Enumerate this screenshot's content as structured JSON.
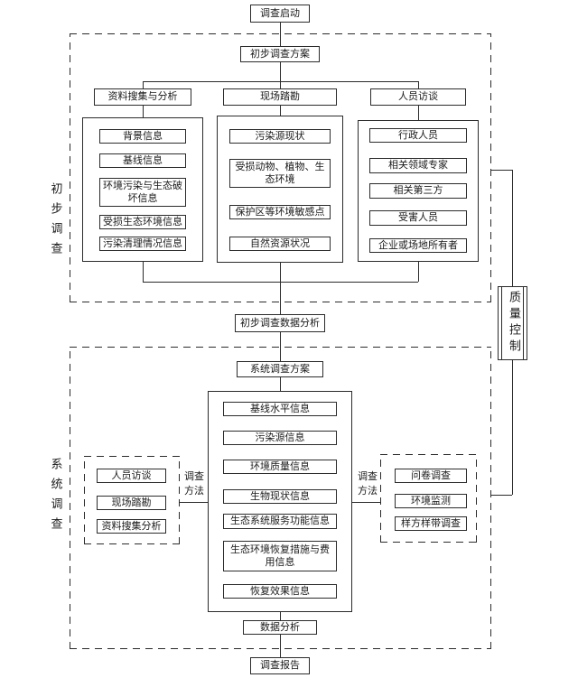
{
  "colors": {
    "line": "#2b2b2b",
    "background": "#ffffff",
    "box_fill": "#ffffff"
  },
  "nodes": {
    "start": "调查启动",
    "preliminary_plan": "初步调查方案",
    "preliminary_data_analysis": "初步调查数据分析",
    "system_plan": "系统调查方案",
    "data_analysis": "数据分析",
    "report": "调查报告",
    "quality_control": "质量控制"
  },
  "side_labels": {
    "preliminary": "初步调查",
    "system": "系统调查"
  },
  "preliminary": {
    "columns": [
      {
        "header": "资料搜集与分析",
        "items": [
          "背景信息",
          "基线信息",
          "环境污染与生态破坏信息",
          "受损生态环境信息",
          "污染清理情况信息"
        ]
      },
      {
        "header": "现场踏勘",
        "items": [
          "污染源现状",
          "受损动物、植物、生态环境",
          "保护区等环境敏感点",
          "自然资源状况"
        ]
      },
      {
        "header": "人员访谈",
        "items": [
          "行政人员",
          "相关领域专家",
          "相关第三方",
          "受害人员",
          "企业或场地所有者"
        ]
      }
    ]
  },
  "system": {
    "left_method_label": "调查方法",
    "right_method_label": "调查方法",
    "center_items": [
      "基线水平信息",
      "污染源信息",
      "环境质量信息",
      "生物现状信息",
      "生态系统服务功能信息",
      "生态环境恢复措施与费用信息",
      "恢复效果信息"
    ],
    "left_methods": [
      "人员访谈",
      "现场踏勘",
      "资料搜集分析"
    ],
    "right_methods": [
      "问卷调查",
      "环境监测",
      "样方样带调查"
    ]
  }
}
